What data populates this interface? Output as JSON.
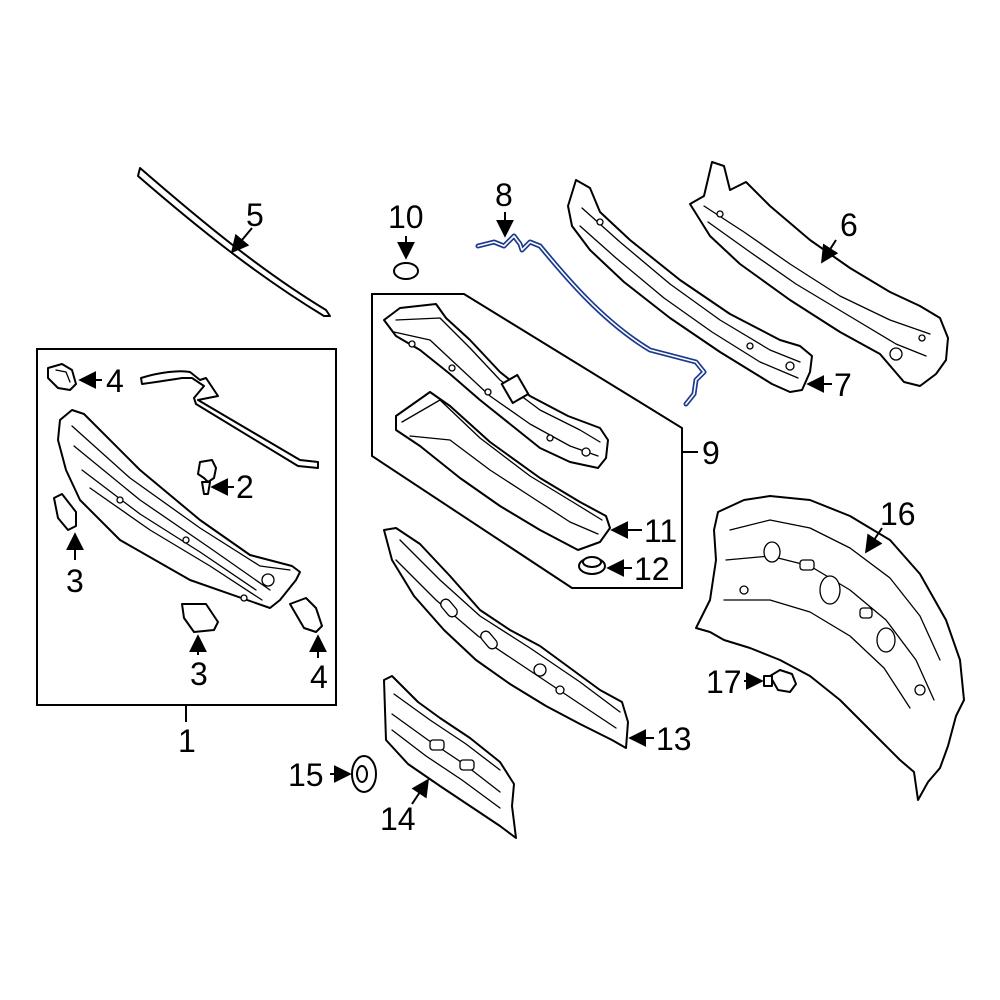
{
  "colors": {
    "line": "#000000",
    "background": "#ffffff",
    "highlight": "#1b3a8c"
  },
  "highlighted_part": "8",
  "callouts": {
    "c1": "1",
    "c2": "2",
    "c3a": "3",
    "c3b": "3",
    "c4a": "4",
    "c4b": "4",
    "c5": "5",
    "c6": "6",
    "c7": "7",
    "c8": "8",
    "c9": "9",
    "c10": "10",
    "c11": "11",
    "c12": "12",
    "c13": "13",
    "c14": "14",
    "c15": "15",
    "c16": "16",
    "c17": "17"
  }
}
